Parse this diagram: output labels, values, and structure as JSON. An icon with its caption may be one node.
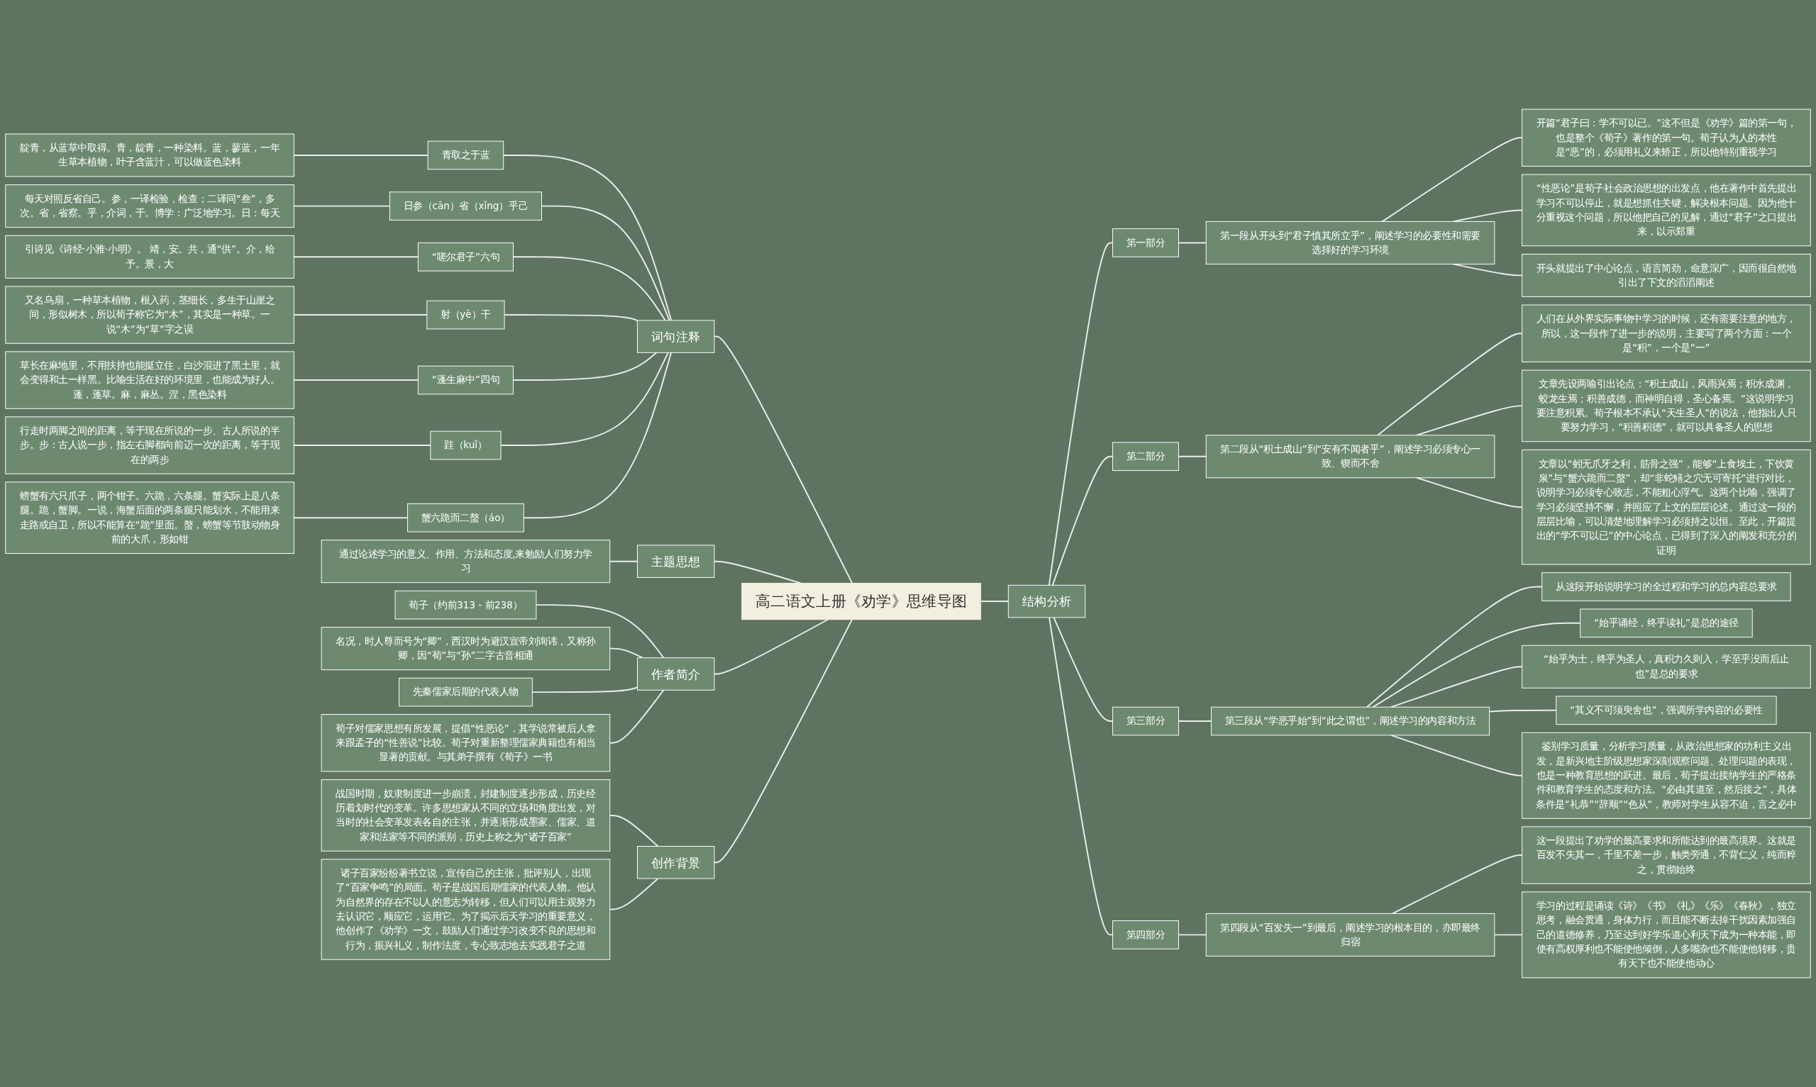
{
  "diagram": {
    "nodes": [
      {
        "text": [
          "高二语文上册《劝学》思维导图"
        ]
      },
      {
        "text": [
          "词句注释"
        ]
      },
      {
        "text": [
          "青取之于蓝"
        ]
      },
      {
        "text": [
          "靛青，从蓝草中取得。青，靛青，一种染料。蓝，蓼蓝，一年生草本植物，叶子含蓝汁，可以做蓝色染料"
        ]
      },
      {
        "text": [
          "日参（cān）省（xǐng）乎己"
        ]
      },
      {
        "text": [
          "每天对照反省自己。参，一译检验，检查；二译同“叁”，多次。省，省察。乎，介词，于。博学：广泛地学习。日：每天"
        ]
      },
      {
        "text": [
          "“嗟尔君子”六句"
        ]
      },
      {
        "text": [
          "引诗见《诗经·小雅·小明》。 靖，安。共，通“供”。介，给予。景，大"
        ]
      },
      {
        "text": [
          "射（yè）干"
        ]
      },
      {
        "text": [
          "又名乌扇，一种草本植物，根入药，茎细长，多生于山崖之间，形似树木，所以荀子称它为“木”，其实是一种草。一说“木”为“草”字之误"
        ]
      },
      {
        "text": [
          "“蓬生麻中”四句"
        ]
      },
      {
        "text": [
          "草长在麻地里，不用扶持也能挺立住，白沙混进了黑土里，就会变得和土一样黑。比喻生活在好的环境里，也能成为好人。蓬，蓬草。麻，麻丛。涅，黑色染料"
        ]
      },
      {
        "text": [
          "跬（kuǐ）"
        ]
      },
      {
        "text": [
          "行走时两脚之间的距离，等于现在所说的一步、古人所说的半步。步：古人说一步，指左右脚都向前迈一次的距离，等于现在的两步"
        ]
      },
      {
        "text": [
          "蟹六跪而二螯（áo）"
        ]
      },
      {
        "text": [
          "螃蟹有六只爪子，两个钳子。六跪，六条腿。蟹实际上是八条腿。跪，蟹脚。一说，海蟹后面的两条腿只能划水，不能用来走路或自卫，所以不能算在“跪”里面。螯，螃蟹等节肢动物身前的大爪，形如钳"
        ]
      },
      {
        "text": [
          "主题思想"
        ]
      },
      {
        "text": [
          "通过论述学习的意义、作用、方法和态度,来勉励人们努力学习"
        ]
      },
      {
        "text": [
          "作者简介"
        ]
      },
      {
        "text": [
          "荀子（约前313 - 前238）"
        ]
      },
      {
        "text": [
          "名况，时人尊而号为“卿”，西汉时为避汉宣帝刘询讳，又称孙卿，因“荀”与“孙”二字古音相通"
        ]
      },
      {
        "text": [
          "先秦儒家后期的代表人物"
        ]
      },
      {
        "text": [
          "荀子对儒家思想有所发展，提倡“性恶论”，其学说常被后人拿来跟孟子的“性善说”比较。荀子对重新整理儒家典籍也有相当显著的贡献。与其弟子撰有《荀子》一书"
        ]
      },
      {
        "text": [
          "创作背景"
        ]
      },
      {
        "text": [
          "战国时期，奴隶制度进一步崩溃，封建制度逐步形成，历史经历着划时代的变革。许多思想家从不同的立场和角度出发，对当时的社会变革发表各自的主张，并逐渐形成墨家、儒家、道家和法家等不同的派别，历史上称之为“诸子百家”"
        ]
      },
      {
        "text": [
          "诸子百家纷纷著书立说，宣传自己的主张，批评别人，出现了“百家争鸣”的局面。荀子是战国后期儒家的代表人物。他认为自然界的存在不以人的意志为转移，但人们可以用主观努力去认识它，顺应它，运用它。为了揭示后天学习的重要意义，他创作了《劝学》一文，鼓励人们通过学习改变不良的思想和行为，振兴礼义，制作法度，专心致志地去实践君子之道"
        ]
      },
      {
        "text": [
          "结构分析"
        ]
      },
      {
        "text": [
          "第一部分"
        ]
      },
      {
        "text": [
          "第一段从开头到“君子慎其所立乎”，阐述学习的必要性和需要选择好的学习环境"
        ]
      },
      {
        "text": [
          "开篇“君子曰：学不可以已。”这不但是《劝学》篇的第一句，也是整个《荀子》著作的第一句。荀子认为人的本性是“恶”的，必须用礼义来矫正，所以他特别重视学习"
        ]
      },
      {
        "text": [
          "“性恶论”是荀子社会政治思想的出发点，他在著作中首先提出学习不可以停止，就是想抓住关键，解决根本问题。因为他十分重视这个问题，所以他把自己的见解，通过“君子”之口提出来，以示郑重"
        ]
      },
      {
        "text": [
          "开头就提出了中心论点，语言简劲，命意深广，因而很自然地引出了下文的滔滔阐述"
        ]
      },
      {
        "text": [
          "第二部分"
        ]
      },
      {
        "text": [
          "第二段从“积土成山”到“安有不闻者乎”，阐述学习必须专心一致、锲而不舍"
        ]
      },
      {
        "text": [
          "人们在从外界实际事物中学习的时候，还有需要注意的地方，所以，这一段作了进一步的说明，主要写了两个方面：一个是“积”，一个是“一”"
        ]
      },
      {
        "text": [
          "文章先设两喻引出论点：“积土成山，风雨兴焉；积水成渊，蛟龙生焉；积善成德，而神明自得，圣心备焉。”这说明学习要注意积累。荀子根本不承认“天生圣人”的说法，他指出人只要努力学习，“积善积德”，就可以具备圣人的思想"
        ]
      },
      {
        "text": [
          "文章以“蚓无爪牙之利，筋骨之强”，能够“上食埃土，下饮黄泉”与“蟹六跪而二螯”，却“非蛇鳝之穴无可寄托”进行对比，说明学习必须专心致志，不能粗心浮气。这两个比喻，强调了学习必须坚持不懈，并照应了上文的层层论述。通过这一段的层层比喻，可以清楚地理解学习必须持之以恒。至此，开篇提出的“学不可以已”的中心论点，已得到了深入的阐发和充分的证明"
        ]
      },
      {
        "text": [
          "第三部分"
        ]
      },
      {
        "text": [
          "第三段从“学恶乎始”到“此之谓也”，阐述学习的内容和方法"
        ]
      },
      {
        "text": [
          "从这段开始说明学习的全过程和学习的总内容总要求"
        ]
      },
      {
        "text": [
          "“始乎诵经，终乎读礼”是总的途径"
        ]
      },
      {
        "text": [
          "“始乎为士，终乎为圣人，真积力久则入，学至乎没而后止也”是总的要求"
        ]
      },
      {
        "text": [
          "“其义不可须臾舍也”，强调所学内容的必要性"
        ]
      },
      {
        "text": [
          "鉴别学习质量，分析学习质量，从政治思想家的功利主义出发，是新兴地主阶级思想家深刻观察问题、处理问题的表现，也是一种教育思想的跃进。最后，荀子提出接纳学生的严格条件和教育学生的态度和方法。“必由其道至，然后接之”，具体条件是“礼恭”“辞顺”“色从”，教师对学生从容不迫，言之必中"
        ]
      },
      {
        "text": [
          "第四部分"
        ]
      },
      {
        "text": [
          "第四段从“百发失一”到最后，阐述学习的根本目的，亦即最终归宿"
        ]
      },
      {
        "text": [
          "这一段提出了劝学的最高要求和所能达到的最高境界。这就是百发不失其一，千里不差一步，触类旁通，不背仁义，纯而粹之，贯彻始终"
        ]
      },
      {
        "text": [
          "学习的过程是诵读《诗》《书》《礼》《乐》《春秋》，独立思考，融会贯通，身体力行，而且能不断去掉干扰因素加强自己的道德修养，乃至达到好学乐道心利天下成为一种本能，即使有高权厚利也不能使他倾倒，人多嘴杂也不能使他转移，贵有天下也不能使他动心"
        ]
      }
    ],
    "edges": [
      {
        "from": 1,
        "to": 0,
        "arrow": "none"
      },
      {
        "from": 2,
        "to": 1,
        "arrow": "none"
      },
      {
        "from": 3,
        "to": 2,
        "arrow": "none"
      },
      {
        "from": 4,
        "to": 1,
        "arrow": "none"
      },
      {
        "from": 5,
        "to": 4,
        "arrow": "none"
      },
      {
        "from": 6,
        "to": 1,
        "arrow": "none"
      },
      {
        "from": 7,
        "to": 6,
        "arrow": "none"
      },
      {
        "from": 8,
        "to": 1,
        "arrow": "none"
      },
      {
        "from": 9,
        "to": 8,
        "arrow": "none"
      },
      {
        "from": 10,
        "to": 1,
        "arrow": "none"
      },
      {
        "from": 11,
        "to": 10,
        "arrow": "none"
      },
      {
        "from": 12,
        "to": 1,
        "arrow": "none"
      },
      {
        "from": 13,
        "to": 12,
        "arrow": "none"
      },
      {
        "from": 14,
        "to": 1,
        "arrow": "none"
      },
      {
        "from": 15,
        "to": 14,
        "arrow": "none"
      },
      {
        "from": 16,
        "to": 0,
        "arrow": "none"
      },
      {
        "from": 17,
        "to": 16,
        "arrow": "none"
      },
      {
        "from": 18,
        "to": 0,
        "arrow": "none"
      },
      {
        "from": 19,
        "to": 18,
        "arrow": "none"
      },
      {
        "from": 20,
        "to": 18,
        "arrow": "none"
      },
      {
        "from": 21,
        "to": 18,
        "arrow": "none"
      },
      {
        "from": 22,
        "to": 18,
        "arrow": "none"
      },
      {
        "from": 23,
        "to": 0,
        "arrow": "none"
      },
      {
        "from": 24,
        "to": 23,
        "arrow": "none"
      },
      {
        "from": 25,
        "to": 23,
        "arrow": "none"
      },
      {
        "from": 0,
        "to": 26,
        "arrow": "none"
      },
      {
        "from": 26,
        "to": 27,
        "arrow": "none"
      },
      {
        "from": 27,
        "to": 28,
        "arrow": "none"
      },
      {
        "from": 28,
        "to": 29,
        "arrow": "none"
      },
      {
        "from": 28,
        "to": 30,
        "arrow": "none"
      },
      {
        "from": 28,
        "to": 31,
        "arrow": "none"
      },
      {
        "from": 26,
        "to": 32,
        "arrow": "none"
      },
      {
        "from": 32,
        "to": 33,
        "arrow": "none"
      },
      {
        "from": 33,
        "to": 34,
        "arrow": "none"
      },
      {
        "from": 33,
        "to": 35,
        "arrow": "none"
      },
      {
        "from": 33,
        "to": 36,
        "arrow": "none"
      },
      {
        "from": 26,
        "to": 37,
        "arrow": "none"
      },
      {
        "from": 37,
        "to": 38,
        "arrow": "none"
      },
      {
        "from": 38,
        "to": 39,
        "arrow": "none"
      },
      {
        "from": 38,
        "to": 40,
        "arrow": "none"
      },
      {
        "from": 38,
        "to": 41,
        "arrow": "none"
      },
      {
        "from": 38,
        "to": 42,
        "arrow": "none"
      },
      {
        "from": 38,
        "to": 43,
        "arrow": "none"
      },
      {
        "from": 26,
        "to": 44,
        "arrow": "none"
      },
      {
        "from": 44,
        "to": 45,
        "arrow": "none"
      },
      {
        "from": 45,
        "to": 46,
        "arrow": "none"
      },
      {
        "from": 45,
        "to": 47,
        "arrow": "none"
      }
    ]
  }
}
